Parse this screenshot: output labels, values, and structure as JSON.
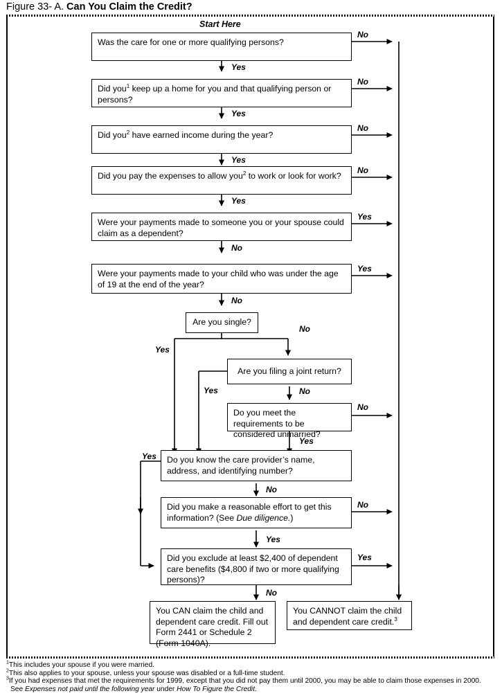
{
  "title": {
    "prefix": "Figure 33- A.",
    "main": "Can You Claim the Credit?"
  },
  "start_label": "Start Here",
  "labels": {
    "yes": "Yes",
    "no": "No"
  },
  "boxes": {
    "q1": {
      "text": "Was the care for one or more qualifying persons?"
    },
    "q2a": {
      "text": "Did you"
    },
    "q2b": {
      "text": " keep up a home for you and that qualifying person or persons?"
    },
    "q3a": {
      "text": "Did you"
    },
    "q3b": {
      "text": " have earned income during the year?"
    },
    "q4a": {
      "text": "Did you pay the expenses to allow you"
    },
    "q4b": {
      "text": " to work or look for work?"
    },
    "q5": {
      "text": "Were your payments made to someone you or your spouse could claim as a dependent?"
    },
    "q6": {
      "text": "Were your payments made to your child who was under the age of 19 at the end of the year?"
    },
    "q7": {
      "text": "Are you single?"
    },
    "q8": {
      "text": "Are you filing a joint return?"
    },
    "q9": {
      "text": "Do you meet the requirements to be considered unmarried?"
    },
    "q10": {
      "text": "Do you know the care provider’s name, address, and identifying number?"
    },
    "q11a": {
      "text": "Did you make a reasonable effort to get this information? (See "
    },
    "q11b": {
      "text": "Due diligence."
    },
    "q11c": {
      "text": ")"
    },
    "q12": {
      "text": "Did you exclude at least $2,400 of dependent care benefits ($4,800 if two or more qualifying persons)?"
    },
    "can": {
      "text": "You CAN claim the child and dependent care credit. Fill out Form 2441 or Schedule 2 (Form 1040A)."
    },
    "cannota": {
      "text": "You CANNOT claim the child and dependent care credit."
    }
  },
  "superscripts": {
    "one": "1",
    "two": "2",
    "three": "3"
  },
  "edge_labels": [
    {
      "id": "e-q1-no",
      "text": "No"
    },
    {
      "id": "e-q1-yes",
      "text": "Yes"
    },
    {
      "id": "e-q2-no",
      "text": "No"
    },
    {
      "id": "e-q2-yes",
      "text": "Yes"
    },
    {
      "id": "e-q3-no",
      "text": "No"
    },
    {
      "id": "e-q3-yes",
      "text": "Yes"
    },
    {
      "id": "e-q4-no",
      "text": "No"
    },
    {
      "id": "e-q4-yes",
      "text": "Yes"
    },
    {
      "id": "e-q5-yes",
      "text": "Yes"
    },
    {
      "id": "e-q5-no",
      "text": "No"
    },
    {
      "id": "e-q6-yes",
      "text": "Yes"
    },
    {
      "id": "e-q6-no",
      "text": "No"
    },
    {
      "id": "e-q7-yes",
      "text": "Yes"
    },
    {
      "id": "e-q7-no",
      "text": "No"
    },
    {
      "id": "e-q8-yes",
      "text": "Yes"
    },
    {
      "id": "e-q8-no",
      "text": "No"
    },
    {
      "id": "e-q9-no",
      "text": "No"
    },
    {
      "id": "e-q9-yes",
      "text": "Yes"
    },
    {
      "id": "e-q10-yes",
      "text": "Yes"
    },
    {
      "id": "e-q10-no",
      "text": "No"
    },
    {
      "id": "e-q11-no",
      "text": "No"
    },
    {
      "id": "e-q11-yes",
      "text": "Yes"
    },
    {
      "id": "e-q12-yes",
      "text": "Yes"
    },
    {
      "id": "e-q12-no",
      "text": "No"
    }
  ],
  "footnotes": {
    "n1": "This includes your spouse if you were married.",
    "n2": "This also applies to your spouse, unless your spouse was disabled or a full-time student.",
    "n3a": "If you had expenses that met the requirements for 1999, except that you did not pay them until 2000, you may be able to claim those expenses in 2000.",
    "n3b": "See ",
    "n3c": "Expenses not paid until the following year",
    "n3d": " under ",
    "n3e": "How To Figure the Credit",
    "n3f": "."
  },
  "colors": {
    "line": "#000000",
    "background": "#ffffff"
  }
}
